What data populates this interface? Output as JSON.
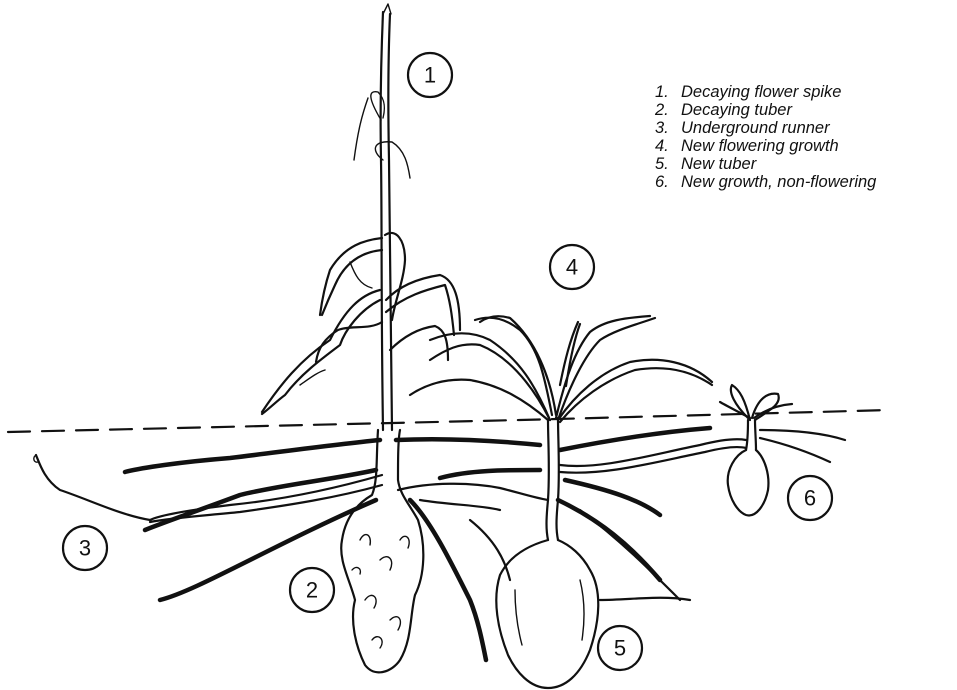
{
  "legend": {
    "items": [
      {
        "number": "1.",
        "label": "Decaying flower spike"
      },
      {
        "number": "2.",
        "label": "Decaying tuber"
      },
      {
        "number": "3.",
        "label": "Underground runner"
      },
      {
        "number": "4.",
        "label": "New flowering growth"
      },
      {
        "number": "5.",
        "label": "New tuber"
      },
      {
        "number": "6.",
        "label": "New growth, non-flowering"
      }
    ]
  },
  "callouts": {
    "c1": "1",
    "c2": "2",
    "c3": "3",
    "c4": "4",
    "c5": "5",
    "c6": "6"
  }
}
